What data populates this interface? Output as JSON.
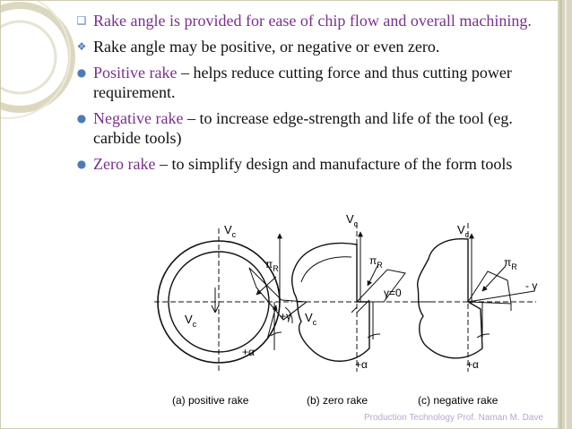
{
  "bullets": [
    {
      "icon": "square-bullet-icon",
      "pre": "",
      "accent": "Rake angle is provided for ease of chip flow and overall machining.",
      "post": ""
    },
    {
      "icon": "four-diamond-bullet-icon",
      "pre": " Rake angle may be positive, or negative or even zero.",
      "accent": "",
      "post": ""
    },
    {
      "icon": "round-bullet-icon",
      "pre": "",
      "accent": "Positive rake",
      "post": " – helps reduce cutting force and thus cutting power requirement."
    },
    {
      "icon": "round-bullet-icon",
      "pre": " ",
      "accent": "Negative rake",
      "post": " – to increase edge-strength and life of the tool (eg. carbide tools)"
    },
    {
      "icon": "round-bullet-icon",
      "pre": " ",
      "accent": "Zero rake",
      "post": " – to simplify design and manufacture of the form tools"
    }
  ],
  "figure": {
    "panels": [
      {
        "vc_top": "V",
        "vc_top_sub": "c",
        "vc_center": "V",
        "vc_center_sub": "c",
        "pi": "π",
        "pi_sub": "R",
        "angle": "+γ",
        "alpha": "+α",
        "caption": "(a) positive rake"
      },
      {
        "vc_top": "V",
        "vc_top_sub": "c",
        "vc_center": "V",
        "vc_center_sub": "c",
        "pi": "π",
        "pi_sub": "R",
        "angle": "γ=0",
        "alpha": "+α",
        "caption": "(b) zero rake"
      },
      {
        "vc_top": "V",
        "vc_top_sub": "c",
        "vc_center": "",
        "vc_center_sub": "",
        "pi": "π",
        "pi_sub": "R",
        "angle": "- γ",
        "alpha": "+α",
        "caption": "(c) negative rake"
      }
    ]
  },
  "footer": "Production Technology  Prof. Naman M. Dave",
  "colors": {
    "accent": "#7a2f8f",
    "bullet": "#4e7bb8",
    "deco": "#d7d2b6",
    "rail": "#d6d4bb",
    "footer": "#b8a7cf"
  }
}
